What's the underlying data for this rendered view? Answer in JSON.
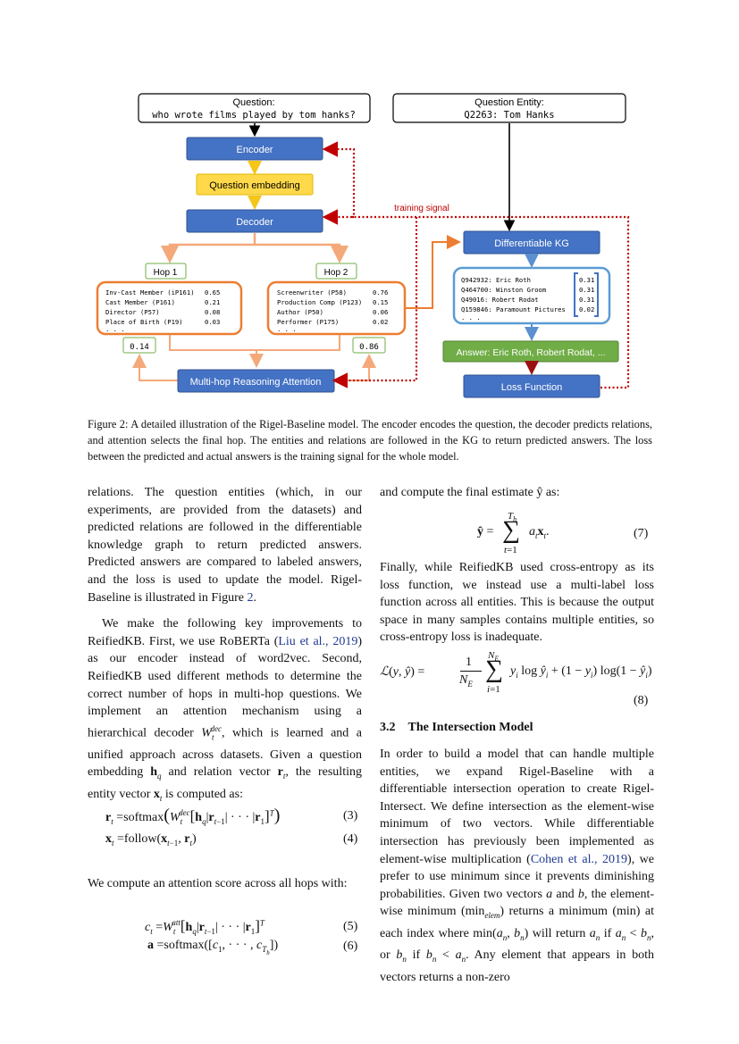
{
  "figure": {
    "question_title": "Question:",
    "question_text": "who wrote films played by tom hanks?",
    "entity_title": "Question Entity:",
    "entity_text": "Q2263: Tom Hanks",
    "encoder": "Encoder",
    "question_embedding": "Question embedding",
    "decoder": "Decoder",
    "training_signal": "training signal",
    "diff_kg": "Differentiable KG",
    "hop1_label": "Hop 1",
    "hop2_label": "Hop 2",
    "hop1_rows": [
      {
        "rel": "Inv-Cast Member (iP161)",
        "score": "0.65"
      },
      {
        "rel": "Cast Member (P161)",
        "score": "0.21"
      },
      {
        "rel": "Director (P57)",
        "score": "0.08"
      },
      {
        "rel": "Place of Birth (P19)",
        "score": "0.03"
      }
    ],
    "hop2_rows": [
      {
        "rel": "Screenwriter (P58)",
        "score": "0.76"
      },
      {
        "rel": "Production Comp (P123)",
        "score": "0.15"
      },
      {
        "rel": "Author (P50)",
        "score": "0.06"
      },
      {
        "rel": "Performer (P175)",
        "score": "0.02"
      }
    ],
    "ellipsis": ". . .",
    "kg_rows": [
      {
        "ent": "Q942932: Eric Roth",
        "score": "0.31"
      },
      {
        "ent": "Q464700: Winston Groom",
        "score": "0.31"
      },
      {
        "ent": "Q49016: Robert Rodat",
        "score": "0.31"
      },
      {
        "ent": "Q159846: Paramount Pictures",
        "score": "0.02"
      }
    ],
    "attn1": "0.14",
    "attn2": "0.86",
    "answer": "Answer: Eric Roth,  Robert Rodat, ...",
    "multihop": "Multi-hop Reasoning Attention",
    "loss": "Loss Function",
    "colors": {
      "blue": "#4472c4",
      "yellow": "#ffd94a",
      "orange": "#ed7d31",
      "green": "#70ad47",
      "red": "#c00000",
      "darkred": "#9b1111"
    }
  },
  "caption": "Figure 2: A detailed illustration of the Rigel-Baseline model. The encoder encodes the question, the decoder predicts relations, and attention selects the final hop. The entities and relations are followed in the KG to return predicted answers. The loss between the predicted and actual answers is the training signal for the whole model.",
  "left": {
    "p1": "relations. The question entities (which, in our experiments, are provided from the datasets) and predicted relations are followed in the differentiable knowledge graph to return predicted answers. Predicted answers are compared to labeled answers, and the loss is used to update the model. Rigel-Baseline is illustrated in Figure",
    "p1_fig": "2",
    "p2_a": "We make the following key improvements to ReifiedKB. First, we use RoBERTa (",
    "p2_cite1": "Liu et al., 2019",
    "p2_b": ") as our encoder instead of word2vec. Second, ReifiedKB used different methods to determine the correct number of hops in multi-hop questions. We implement an attention mechanism using a hierarchical decoder ",
    "p2_c": ", which is learned and a unified approach across datasets. Given a question embedding ",
    "p2_d": " and relation vector ",
    "p2_e": ", the resulting entity vector ",
    "p2_f": " is computed as:",
    "eq3_num": "(3)",
    "eq4_num": "(4)",
    "p3": "We compute an attention score across all hops with:",
    "eq5_num": "(5)",
    "eq6_num": "(6)"
  },
  "right": {
    "p1": "and compute the final estimate ŷ as:",
    "eq7_num": "(7)",
    "p2": "Finally, while ReifiedKB used cross-entropy as its loss function, we instead use a multi-label loss function across all entities. This is because the output space in many samples contains multiple entities, so cross-entropy loss is inadequate.",
    "eq8_num": "(8)",
    "section_num": "3.2",
    "section_title": "The Intersection Model",
    "p3_a": "In order to build a model that can handle multiple entities, we expand Rigel-Baseline with a differentiable intersection operation to create Rigel-Intersect. We define intersection as the element-wise minimum of two vectors. While differentiable intersection has previously been implemented as element-wise multiplication (",
    "p3_cite": "Cohen et al., 2019",
    "p3_b": "), we prefer to use minimum since it prevents diminishing probabilities. Given two vectors ",
    "p3_c": " and ",
    "p3_d": ", the element-wise minimum (min",
    "p3_e": ") returns a minimum (min) at each index where min(",
    "p3_f": ") will return ",
    "p3_g": " if ",
    "p3_h": ", or ",
    "p3_i": " if ",
    "p3_j": ". Any element that appears in both vectors returns a non-zero"
  }
}
